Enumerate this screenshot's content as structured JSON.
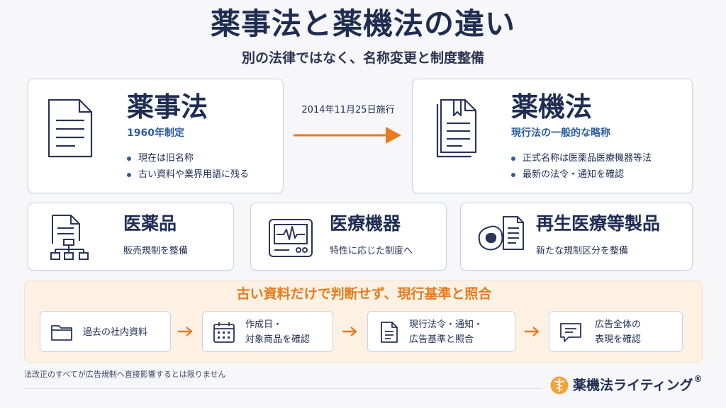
{
  "title": "薬事法と薬機法の違い",
  "subtitle": "別の法律ではなく、名称変更と制度整備",
  "old_law": {
    "name": "薬事法",
    "established": "1960年制定",
    "bullets": [
      "現在は旧名称",
      "古い資料や業界用語に残る"
    ]
  },
  "transition": {
    "label": "2014年11月25日施行"
  },
  "new_law": {
    "name": "薬機法",
    "description": "現行法の一般的な略称",
    "bullets": [
      "正式名称は医薬品医療機器等法",
      "最新の法令・通知を確認"
    ]
  },
  "categories": [
    {
      "title": "医薬品",
      "description": "販売規制を整備",
      "icon": "document-flowchart-icon"
    },
    {
      "title": "医療機器",
      "description": "特性に応じた制度へ",
      "icon": "monitor-pulse-icon"
    },
    {
      "title": "再生医療等製品",
      "description": "新たな規制区分を整備",
      "icon": "cell-document-icon"
    }
  ],
  "process": {
    "title": "古い資料だけで判断せず、現行基準と照合",
    "steps": [
      {
        "lines": [
          "過去の社内資料"
        ],
        "icon": "folder-icon"
      },
      {
        "lines": [
          "作成日・",
          "対象商品を確認"
        ],
        "icon": "calendar-icon"
      },
      {
        "lines": [
          "現行法令・通知・",
          "広告基準と照合"
        ],
        "icon": "document-icon"
      },
      {
        "lines": [
          "広告全体の",
          "表現を確認"
        ],
        "icon": "speech-bubble-icon"
      }
    ]
  },
  "footnote": "法改正のすべてが広告規制へ直接影響するとは限りません",
  "brand": {
    "name": "薬機法ライティング",
    "mark": "®"
  },
  "colors": {
    "navy": "#1f2d52",
    "accent_blue": "#2c5d9e",
    "accent_orange": "#e97a1e",
    "panel_bg": "#fcf1e3"
  }
}
